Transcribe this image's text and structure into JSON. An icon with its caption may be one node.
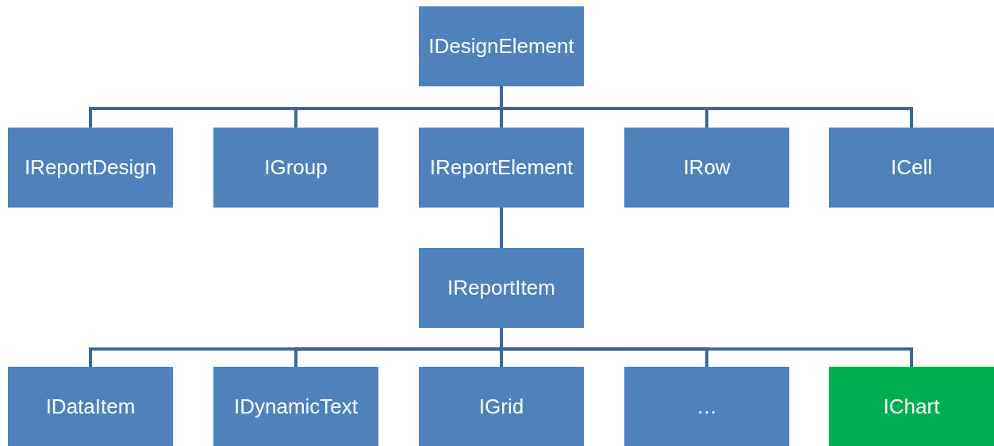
{
  "diagram": {
    "nodes": [
      {
        "text": [
          "IDesignElement"
        ]
      },
      {
        "text": [
          "IReportDesign"
        ]
      },
      {
        "text": [
          "IGroup"
        ]
      },
      {
        "text": [
          "IReportElement"
        ]
      },
      {
        "text": [
          "IRow"
        ]
      },
      {
        "text": [
          "ICell"
        ]
      },
      {
        "text": [
          "IReportItem"
        ]
      },
      {
        "text": [
          "IDataItem"
        ]
      },
      {
        "text": [
          "IDynamicText"
        ]
      },
      {
        "text": [
          "IGrid"
        ]
      },
      {
        "text": [
          "…"
        ]
      },
      {
        "text": [
          "IChart"
        ]
      }
    ],
    "edges": [
      {
        "from": 0,
        "to": 1,
        "arrow": "none"
      },
      {
        "from": 0,
        "to": 2,
        "arrow": "none"
      },
      {
        "from": 0,
        "to": 3,
        "arrow": "none"
      },
      {
        "from": 0,
        "to": 4,
        "arrow": "none"
      },
      {
        "from": 0,
        "to": 5,
        "arrow": "none"
      },
      {
        "from": 3,
        "to": 6,
        "arrow": "none"
      },
      {
        "from": 6,
        "to": 7,
        "arrow": "none"
      },
      {
        "from": 6,
        "to": 8,
        "arrow": "none"
      },
      {
        "from": 6,
        "to": 9,
        "arrow": "none"
      },
      {
        "from": 6,
        "to": 10,
        "arrow": "none"
      },
      {
        "from": 6,
        "to": 11,
        "arrow": "none"
      }
    ]
  }
}
